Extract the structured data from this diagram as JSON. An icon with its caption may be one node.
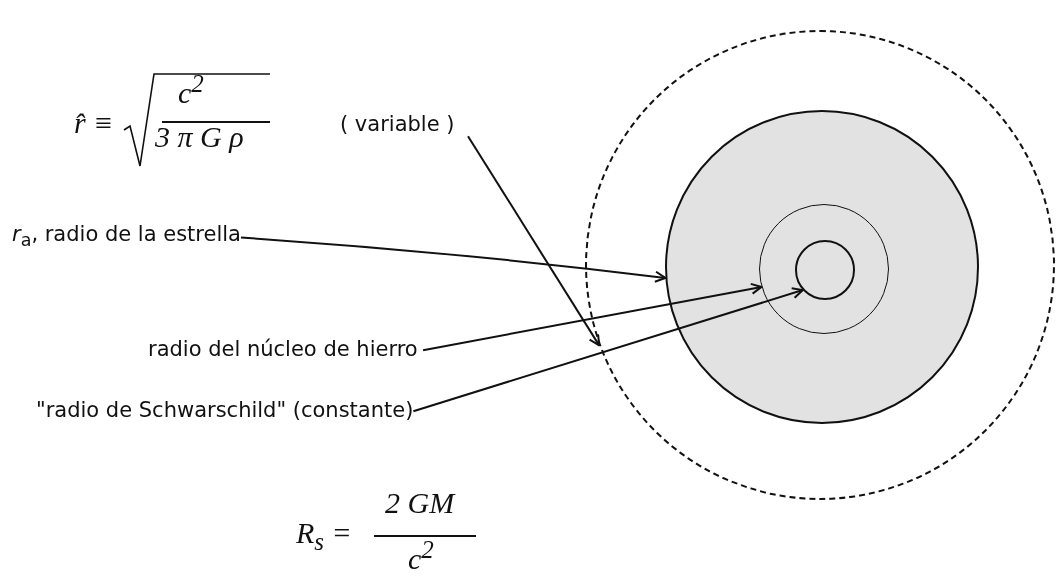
{
  "diagram": {
    "nodes": [
      {
        "text": [
          "r̂ ≡",
          "c$^{2}$",
          "3 π G ρ",
          "( variable )"
        ]
      },
      {
        "text": [
          "*r*$_{a}$,  radio de la estrella"
        ]
      },
      {
        "text": [
          "radio del núcleo de hierro"
        ]
      },
      {
        "text": [
          "\"radio de Schwarschild\" (constante)"
        ]
      },
      {
        "text": [],
        "shape": "circle"
      },
      {
        "text": [],
        "shape": "circle",
        "in": 4
      },
      {
        "text": [],
        "shape": "circle",
        "in": 5
      },
      {
        "text": [],
        "shape": "circle",
        "in": 6
      }
    ],
    "edges": [
      {
        "from": 0,
        "to": 4,
        "arrow": "to"
      },
      {
        "from": 1,
        "to": 5,
        "arrow": "to"
      },
      {
        "from": 2,
        "to": 6,
        "arrow": "to"
      },
      {
        "from": 3,
        "to": 7,
        "arrow": "to"
      }
    ],
    "labels": [
      "R$_{s}$ =",
      "2 GM",
      "c$^{2}$"
    ]
  }
}
